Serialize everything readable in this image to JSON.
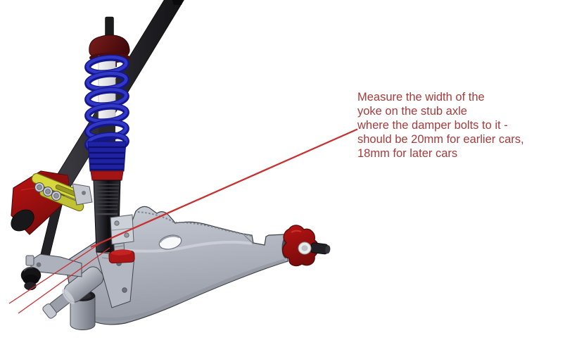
{
  "annotation": {
    "lines": [
      "Measure the width of the",
      "yoke on the stub axle",
      "where the damper bolts to it -",
      "should be 20mm for earlier cars,",
      "18mm for later cars"
    ],
    "text_color": "#a63b3b",
    "leader_color": "#c63131"
  },
  "illustration": {
    "background": "#ffffff",
    "parts": [
      {
        "name": "coil-spring",
        "color": "#2328b2"
      },
      {
        "name": "spring-top-mount",
        "color": "#5e1414"
      },
      {
        "name": "damper-piston-rod",
        "color": "#1b1b1e"
      },
      {
        "name": "spring-seat-collar",
        "color": "#1f22a2"
      },
      {
        "name": "lock-ring",
        "color": "#a31414"
      },
      {
        "name": "damper-body",
        "color": "#1c1c20"
      },
      {
        "name": "tie-rod",
        "color": "#232327"
      },
      {
        "name": "drop-link-bracket",
        "color": "#b01111"
      },
      {
        "name": "clamp-plate",
        "color": "#d6d83c"
      },
      {
        "name": "clamp-bolts",
        "color": "#c9ccd4"
      },
      {
        "name": "lower-control-arm",
        "color": "#aeb2bd"
      },
      {
        "name": "stub-axle",
        "color": "#9a9ea8"
      },
      {
        "name": "ball-joint-boot",
        "color": "#141417"
      },
      {
        "name": "rear-bush-bracket",
        "color": "#a81212"
      },
      {
        "name": "washer",
        "color": "#e9eaec"
      }
    ]
  }
}
